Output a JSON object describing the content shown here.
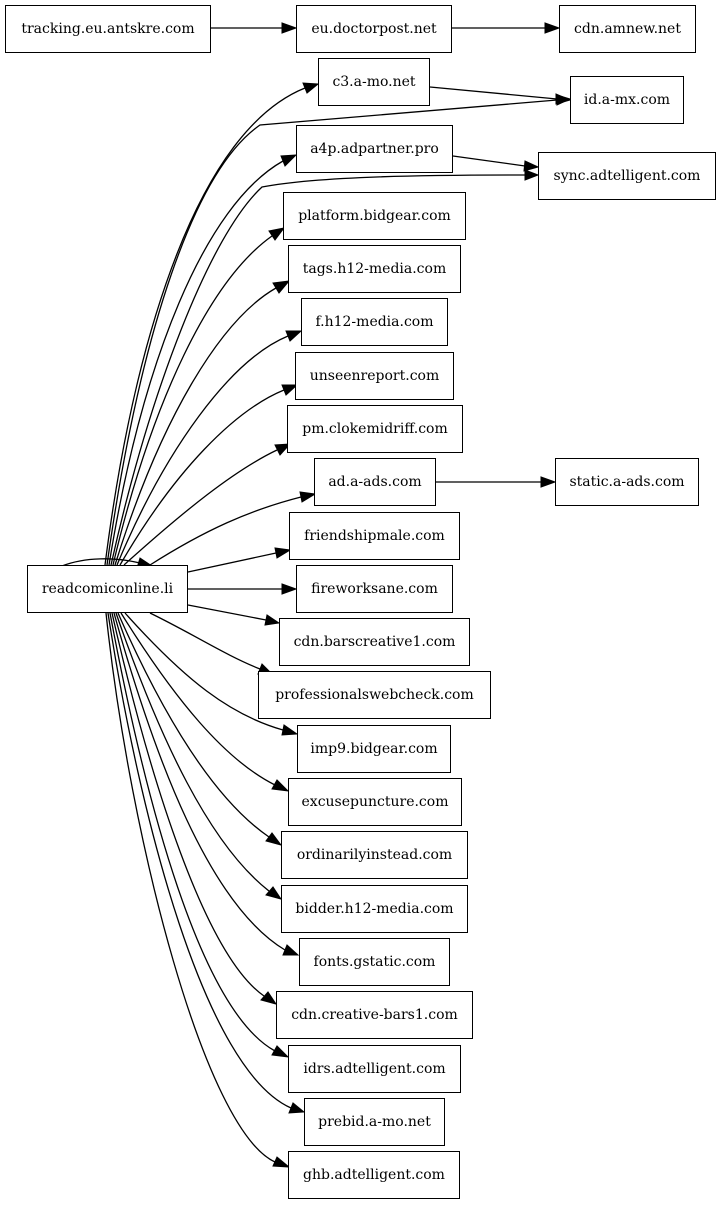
{
  "graph": {
    "colors": {
      "stroke": "#000000",
      "fill": "#ffffff",
      "text": "#000000"
    },
    "nodes": {
      "tracking": "tracking.eu.antskre.com",
      "doctorpost": "eu.doctorpost.net",
      "amnew": "cdn.amnew.net",
      "c3amo": "c3.a-mo.net",
      "idamx": "id.a-mx.com",
      "a4p": "a4p.adpartner.pro",
      "sync": "sync.adtelligent.com",
      "bidgear": "platform.bidgear.com",
      "tagsh12": "tags.h12-media.com",
      "fh12": "f.h12-media.com",
      "unseen": "unseenreport.com",
      "pmcloke": "pm.clokemidriff.com",
      "aads": "ad.a-ads.com",
      "staticaads": "static.a-ads.com",
      "friendship": "friendshipmale.com",
      "fireworks": "fireworksane.com",
      "barscreative": "cdn.barscreative1.com",
      "profweb": "professionalswebcheck.com",
      "imp9": "imp9.bidgear.com",
      "excuse": "excusepuncture.com",
      "ordinarily": "ordinarilyinstead.com",
      "bidderh12": "bidder.h12-media.com",
      "fonts": "fonts.gstatic.com",
      "creativebars": "cdn.creative-bars1.com",
      "idrs": "idrs.adtelligent.com",
      "prebid": "prebid.a-mo.net",
      "ghb": "ghb.adtelligent.com",
      "readcomic": "readcomiconline.li"
    }
  }
}
